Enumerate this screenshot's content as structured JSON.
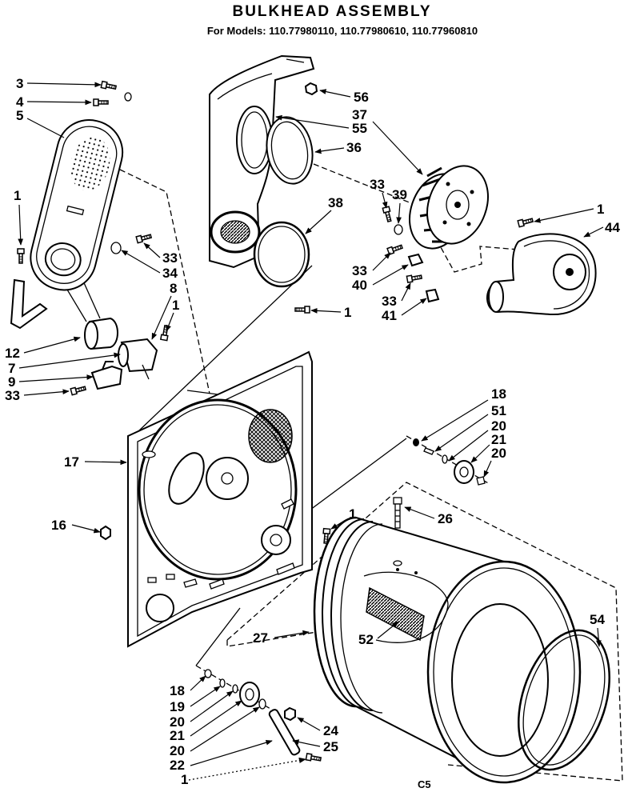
{
  "title": "BULKHEAD ASSEMBLY",
  "models": "For Models: 110.77980110, 110.77980610, 110.77960810",
  "callouts": [
    "3",
    "4",
    "5",
    "1",
    "33",
    "34",
    "8",
    "1",
    "12",
    "7",
    "9",
    "33",
    "17",
    "16",
    "56",
    "37",
    "55",
    "36",
    "38",
    "33",
    "39",
    "33",
    "40",
    "33",
    "41",
    "1",
    "1",
    "44",
    "18",
    "51",
    "20",
    "21",
    "20",
    "1",
    "26",
    "54",
    "27",
    "52",
    "24",
    "25",
    "18",
    "19",
    "20",
    "21",
    "20",
    "22",
    "1"
  ],
  "drawing_code": "C5"
}
